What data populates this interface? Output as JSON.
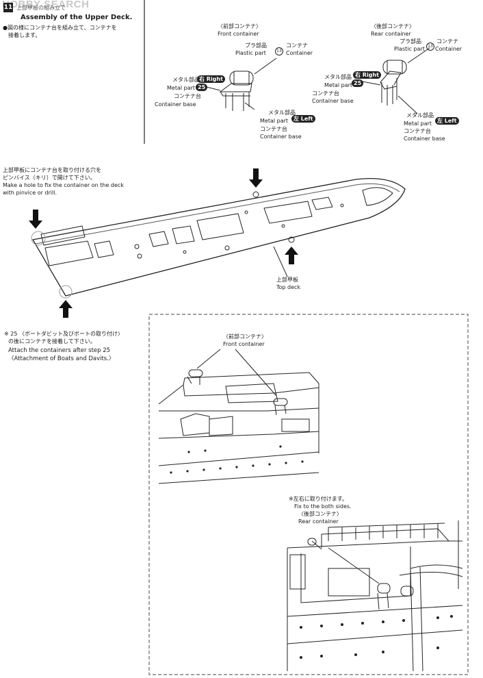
{
  "header": {
    "watermark": "HOBBY SEARCH",
    "step_number": "11",
    "title_jp": "上部甲板の組み立て",
    "title_en": "Assembly of the Upper Deck.",
    "intro_jp_line1": "●図の様にコンテナ台を組み立て、コンテナを",
    "intro_jp_line2": "接着します。"
  },
  "front_container_parts": {
    "heading_jp": "〈前部コンテナ〉",
    "heading_en": "Front container",
    "plastic_jp": "プラ部品",
    "plastic_en": "Plastic part",
    "plastic_num": "13",
    "container_jp": "コンテナ",
    "container_en": "Container",
    "metal_right_jp": "メタル部品",
    "metal_right_en": "Metal part",
    "right_badge": "右 Right",
    "metal_num": "25",
    "base_right_jp": "コンテナ台",
    "base_right_en": "Container base",
    "metal_left_jp": "メタル部品",
    "metal_left_en": "Metal part",
    "left_badge": "左 Left",
    "base_left_jp": "コンテナ台",
    "base_left_en": "Container base"
  },
  "rear_container_parts": {
    "heading_jp": "〈後部コンテナ〉",
    "heading_en": "Rear container",
    "plastic_jp": "プラ部品",
    "plastic_en": "Plastic part",
    "plastic_num": "13",
    "container_jp": "コンテナ",
    "container_en": "Container",
    "metal_right_jp": "メタル部品",
    "metal_right_en": "Metal part",
    "right_badge": "右 Right",
    "metal_num": "25",
    "base_right_jp": "コンテナ台",
    "base_right_en": "Container base",
    "metal_left_jp": "メタル部品",
    "metal_left_en": "Metal part",
    "left_badge": "左 Left",
    "base_left_jp": "コンテナ台",
    "base_left_en": "Container base"
  },
  "deck_note": {
    "jp_line1": "上部甲板にコンテナ台を取り付ける穴を",
    "jp_line2": "ピンバイス（キリ）で開けて下さい。",
    "en_line1": "Make a hole to fix the container on the deck",
    "en_line2": "with pinvice or drill.",
    "top_deck_jp": "上部甲板",
    "top_deck_en": "Top deck"
  },
  "step_note": {
    "jp_line1": "※ 25 〈ボートダビット及びボートの取り付け〉",
    "jp_line2": "の後にコンテナを接着して下さい。",
    "en_line1": "Attach the containers after step 25",
    "en_line2": "〈Attachment of Boats and Davits.〉"
  },
  "detail_view": {
    "front_jp": "〈前部コンテナ〉",
    "front_en": "Front container",
    "both_sides_jp": "※左右に取り付けます。",
    "both_sides_en": "Fix to the both sides.",
    "rear_jp": "〈後部コンテナ〉",
    "rear_en": "Rear container"
  }
}
